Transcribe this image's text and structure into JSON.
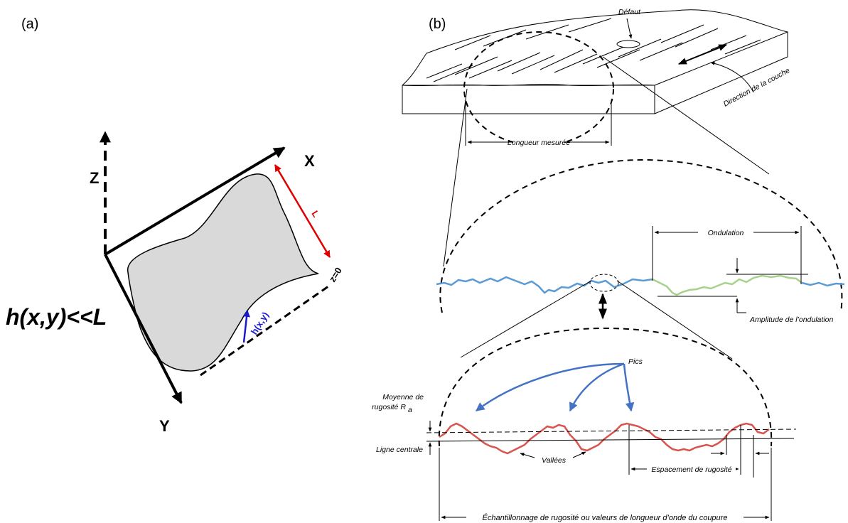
{
  "panel_a": {
    "label": "(a)",
    "axis_x": "X",
    "axis_y": "Y",
    "axis_z": "Z",
    "length_label": "L",
    "height_label": "h(x,y)",
    "zero_label": "z=0",
    "formula": "h(x,y)<<L",
    "colors": {
      "length_arrow": "#e00000",
      "height_arrow": "#1a1acc",
      "surface_fill": "#d9d9d9"
    }
  },
  "panel_b": {
    "label": "(b)",
    "defect": "Défaut",
    "layer_direction": "Direction de la couche",
    "measured_length": "Longueur mesurée",
    "waviness": "Ondulation",
    "waviness_amplitude": "Amplitude de l’ondulation",
    "peaks": "Pics",
    "mean_roughness_line1": "Moyenne de",
    "mean_roughness_line2": "rugosité R",
    "mean_roughness_sub": "a",
    "center_line": "Ligne centrale",
    "valleys": "Vallées",
    "roughness_spacing": "Espacement de rugosité",
    "sampling": "Échantillonnage de rugosité ou valeurs de longueur d’onde du coupure",
    "colors": {
      "profile_blue": "#5b9bd5",
      "profile_green": "#a9d18e",
      "profile_red": "#d9534f",
      "peak_arrows": "#4472c4"
    }
  }
}
